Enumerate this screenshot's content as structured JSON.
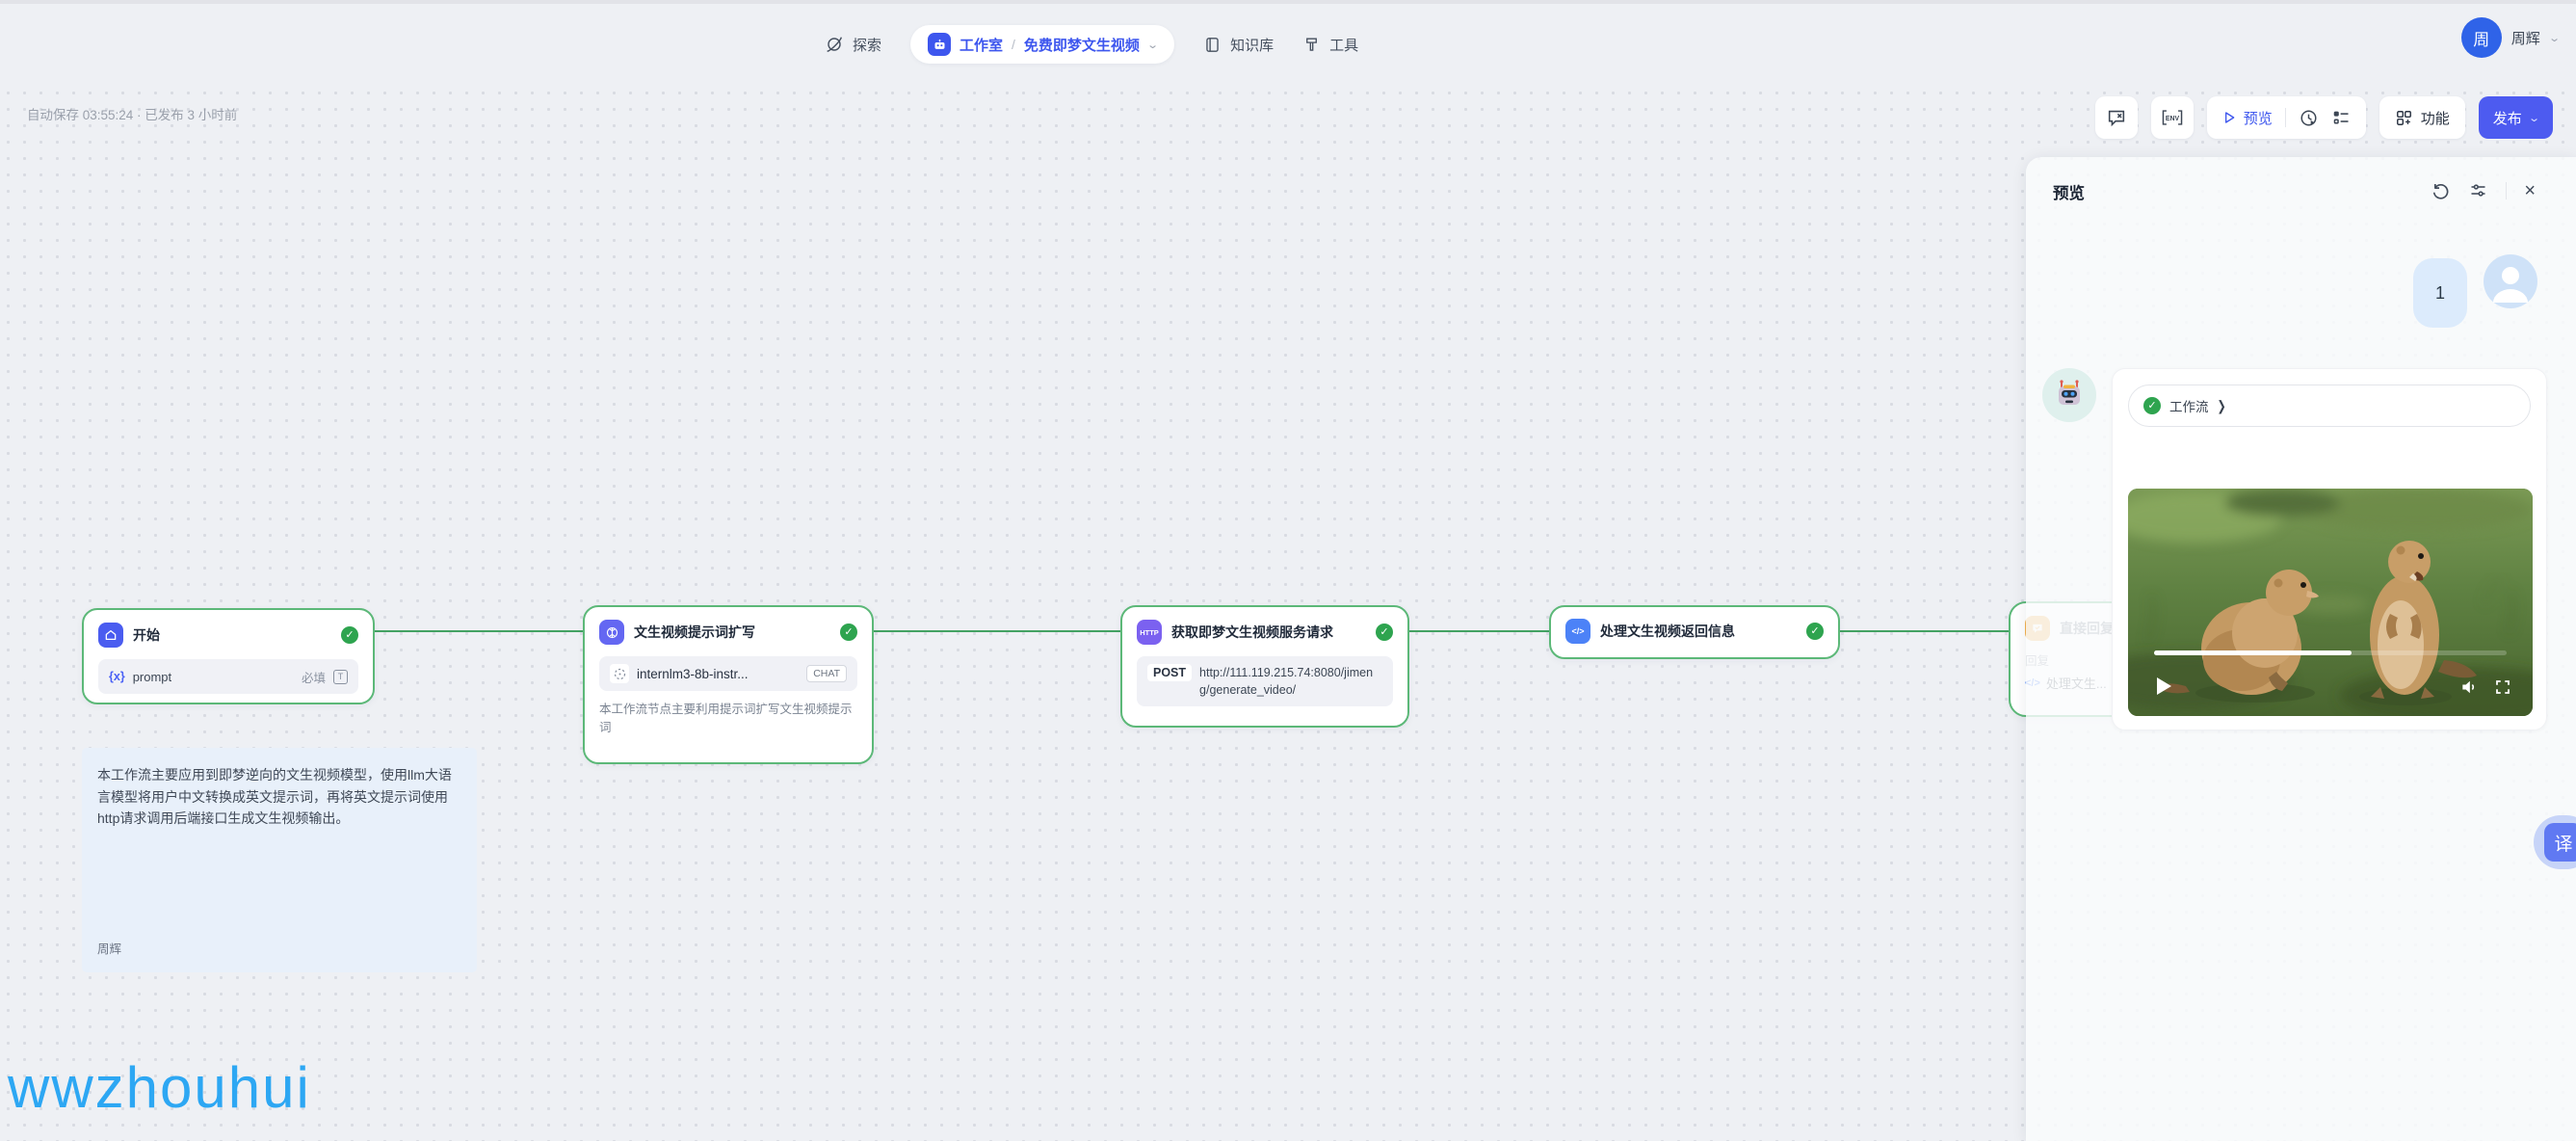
{
  "nav": {
    "explore": "探索",
    "studio": "工作室",
    "separator": "/",
    "breadcrumb": "免费即梦文生视频",
    "knowledge": "知识库",
    "tools": "工具",
    "user_name": "周辉",
    "avatar_initial": "周"
  },
  "statusbar": {
    "autosave": "自动保存 03:55:24 · 已发布 3 小时前"
  },
  "toolbar": {
    "env": "ENV",
    "preview": "预览",
    "features": "功能",
    "publish": "发布"
  },
  "workflow": {
    "nodes": {
      "start": {
        "title": "开始",
        "var_symbol": "{x}",
        "param": "prompt",
        "required": "必填"
      },
      "llm": {
        "title": "文生视频提示词扩写",
        "model": "internlm3-8b-instr...",
        "model_tag": "CHAT",
        "description": "本工作流节点主要利用提示词扩写文生视频提示词"
      },
      "http": {
        "title": "获取即梦文生视频服务请求",
        "method": "POST",
        "url": "http://111.119.215.74:8080/jimeng/generate_video/",
        "icon_label": "HTTP"
      },
      "code": {
        "title": "处理文生视频返回信息",
        "icon_label": "</>"
      },
      "reply": {
        "title": "直接回复",
        "output_label": "回复",
        "output_ref_icon": "</>",
        "output_ref": "处理文生..."
      }
    },
    "note": {
      "text": "本工作流主要应用到即梦逆向的文生视频模型，使用llm大语言模型将用户中文转换成英文提示词，再将英文提示词使用http请求调用后端接口生成文生视频输出。",
      "author": "周辉"
    }
  },
  "preview_panel": {
    "title": "预览",
    "user_message": "1",
    "workflow_badge": "工作流"
  },
  "watermark": "wwzhouhui",
  "translate_button": "译",
  "colors": {
    "accent_blue": "#3d56ee",
    "publish_blue": "#4d5bf0",
    "success_green": "#2ea44f",
    "edge_green": "#44a263",
    "node_border_green": "#5cb878",
    "note_bg": "#e8f0fa",
    "watermark_blue": "#2da7f3",
    "canvas_bg": "#eef0f4"
  }
}
